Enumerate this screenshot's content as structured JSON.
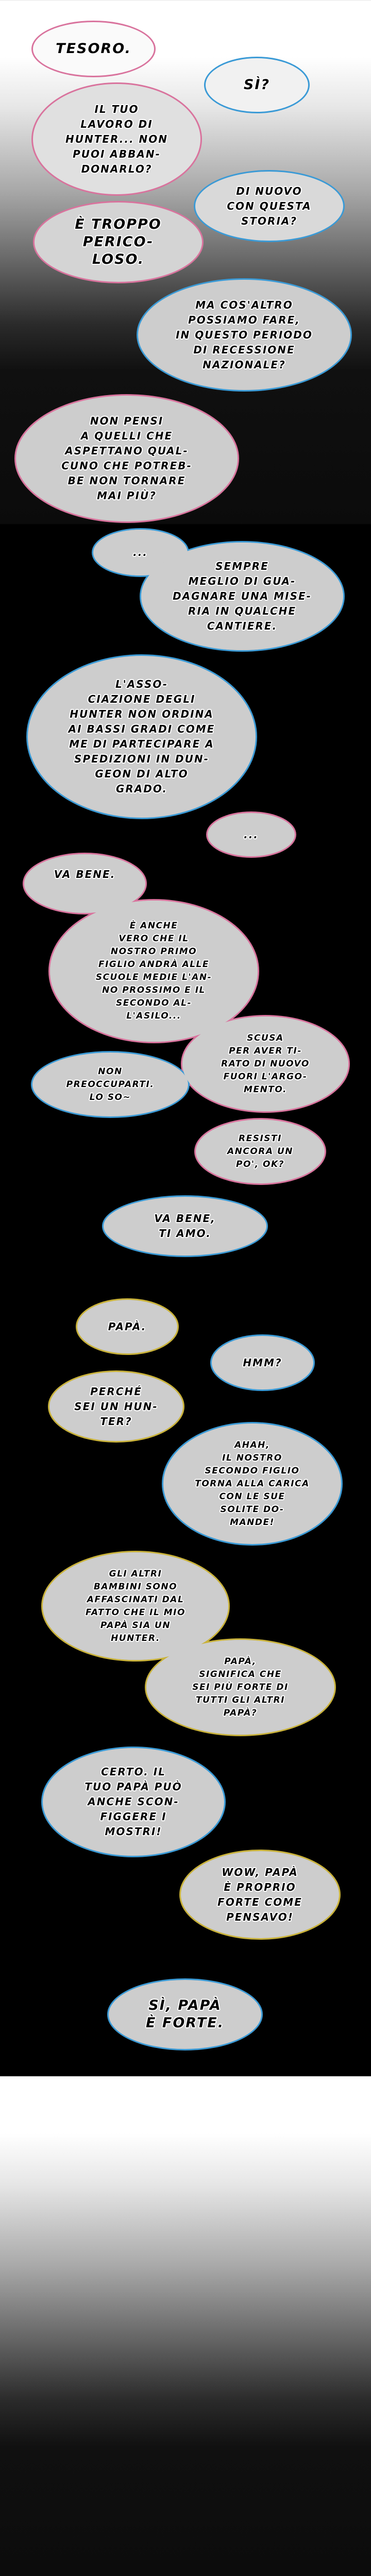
{
  "speaker_colors": {
    "mother": "#d9739d",
    "father": "#3a9ad6",
    "child": "#c9b23a"
  },
  "bubbles": [
    {
      "text": "TESORO.",
      "speaker": "mother"
    },
    {
      "text": "SÌ?",
      "speaker": "father"
    },
    {
      "text": "IL TUO\nLAVORO DI\nHUNTER... NON\nPUOI ABBAN-\nDONARLO?",
      "speaker": "mother"
    },
    {
      "text": "DI NUOVO\nCON QUESTA\nSTORIA?",
      "speaker": "father"
    },
    {
      "text": "È TROPPO\nPERICO-\nLOSO.",
      "speaker": "mother"
    },
    {
      "text": "MA COS'ALTRO\nPOSSIAMO FARE,\nIN QUESTO PERIODO\nDI RECESSIONE\nNAZIONALE?",
      "speaker": "father"
    },
    {
      "text": "NON PENSI\nA QUELLI CHE\nASPETTANO QUAL-\nCUNO CHE POTREB-\nBE NON TORNARE\nMAI PIÙ?",
      "speaker": "mother"
    },
    {
      "text": "...",
      "speaker": "father"
    },
    {
      "text": "SEMPRE\nMEGLIO DI GUA-\nDAGNARE UNA MISE-\nRIA IN QUALCHE\nCANTIERE.",
      "speaker": "father"
    },
    {
      "text": "L'ASSO-\nCIAZIONE DEGLI\nHUNTER NON ORDINA\nAI BASSI GRADI COME\nME DI PARTECIPARE A\nSPEDIZIONI IN DUN-\nGEON DI ALTO\nGRADO.",
      "speaker": "father"
    },
    {
      "text": "...",
      "speaker": "mother"
    },
    {
      "text": "VA BENE.",
      "speaker": "mother"
    },
    {
      "text": "È ANCHE\nVERO CHE IL\nNOSTRO PRIMO\nFIGLIO ANDRÀ ALLE\nSCUOLE MEDIE L'AN-\nNO PROSSIMO E IL\nSECONDO AL-\nL'ASILO...",
      "speaker": "mother"
    },
    {
      "text": "SCUSA\nPER AVER TI-\nRATO DI NUOVO\nFUORI L'ARGO-\nMENTO.",
      "speaker": "mother"
    },
    {
      "text": "NON\nPREOCCUPARTI.\nLO SO~",
      "speaker": "father"
    },
    {
      "text": "RESISTI\nANCORA UN\nPO', OK?",
      "speaker": "mother"
    },
    {
      "text": "VA BENE,\nTI AMO.",
      "speaker": "father"
    },
    {
      "text": "PAPÀ.",
      "speaker": "child"
    },
    {
      "text": "HMM?",
      "speaker": "father"
    },
    {
      "text": "PERCHÉ\nSEI UN HUN-\nTER?",
      "speaker": "child"
    },
    {
      "text": "AHAH,\nIL NOSTRO\nSECONDO FIGLIO\nTORNA ALLA CARICA\nCON LE SUE\nSOLITE DO-\nMANDE!",
      "speaker": "father"
    },
    {
      "text": "GLI ALTRI\nBAMBINI SONO\nAFFASCINATI DAL\nFATTO CHE IL MIO\nPAPÀ SIA UN\nHUNTER.",
      "speaker": "child"
    },
    {
      "text": "PAPÀ,\nSIGNIFICA CHE\nSEI PIÙ FORTE DI\nTUTTI GLI ALTRI\nPAPÀ?",
      "speaker": "child"
    },
    {
      "text": "CERTO. IL\nTUO PAPÀ PUÒ\nANCHE SCON-\nFIGGERE I\nMOSTRI!",
      "speaker": "father"
    },
    {
      "text": "WOW, PAPÀ\nÈ PROPRIO\nFORTE COME\nPENSAVO!",
      "speaker": "child"
    },
    {
      "text": "SÌ, PAPÀ\nÈ FORTE.",
      "speaker": "father"
    }
  ]
}
